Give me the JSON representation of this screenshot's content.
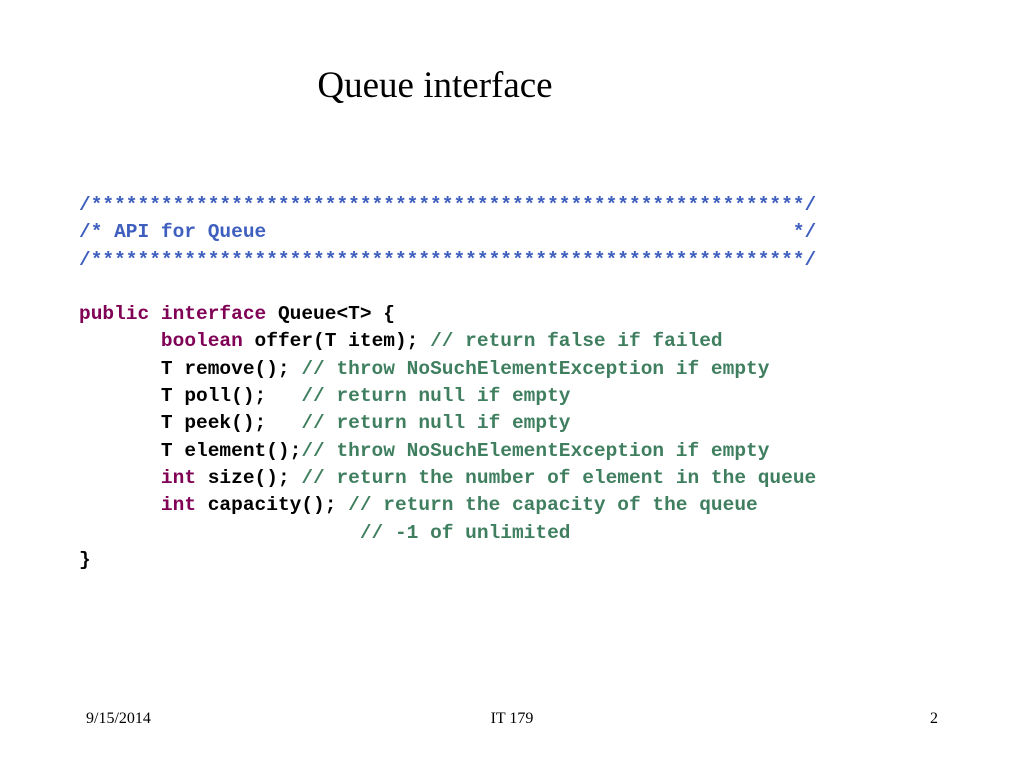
{
  "slide": {
    "title": "Queue interface"
  },
  "code_lines": [
    [
      {
        "text": "/*************************************************************/",
        "kind": "comment-block"
      }
    ],
    [
      {
        "text": "/* API for Queue                                             */",
        "kind": "comment-block"
      }
    ],
    [
      {
        "text": "/*************************************************************/",
        "kind": "comment-block"
      }
    ],
    [],
    [
      {
        "text": "public",
        "kind": "keyword"
      },
      {
        "text": " ",
        "kind": "plain"
      },
      {
        "text": "interface",
        "kind": "keyword"
      },
      {
        "text": " Queue<T> {",
        "kind": "plain"
      }
    ],
    [
      {
        "text": "       ",
        "kind": "plain"
      },
      {
        "text": "boolean",
        "kind": "keyword"
      },
      {
        "text": " offer(T item); ",
        "kind": "plain"
      },
      {
        "text": "// return false if failed",
        "kind": "comment"
      }
    ],
    [
      {
        "text": "       T remove(); ",
        "kind": "plain"
      },
      {
        "text": "// throw NoSuchElementException if empty",
        "kind": "comment"
      }
    ],
    [
      {
        "text": "       T poll();   ",
        "kind": "plain"
      },
      {
        "text": "// return null if empty",
        "kind": "comment"
      }
    ],
    [
      {
        "text": "       T peek();   ",
        "kind": "plain"
      },
      {
        "text": "// return null if empty",
        "kind": "comment"
      }
    ],
    [
      {
        "text": "       T element();",
        "kind": "plain"
      },
      {
        "text": "// throw NoSuchElementException if empty",
        "kind": "comment"
      }
    ],
    [
      {
        "text": "       ",
        "kind": "plain"
      },
      {
        "text": "int",
        "kind": "keyword"
      },
      {
        "text": " size(); ",
        "kind": "plain"
      },
      {
        "text": "// return the number of element in the queue",
        "kind": "comment"
      }
    ],
    [
      {
        "text": "       ",
        "kind": "plain"
      },
      {
        "text": "int",
        "kind": "keyword"
      },
      {
        "text": " capacity(); ",
        "kind": "plain"
      },
      {
        "text": "// return the capacity of the queue",
        "kind": "comment"
      }
    ],
    [
      {
        "text": "                        ",
        "kind": "plain"
      },
      {
        "text": "// -1 of unlimited",
        "kind": "comment"
      }
    ],
    [
      {
        "text": "}",
        "kind": "plain"
      }
    ]
  ],
  "footer": {
    "date": "9/15/2014",
    "course": "IT 179",
    "page": "2"
  },
  "colors": {
    "background": "#ffffff",
    "comment_block": "#3f5fbf",
    "keyword": "#7f0055",
    "comment": "#3f7f5f",
    "plain": "#000000"
  }
}
